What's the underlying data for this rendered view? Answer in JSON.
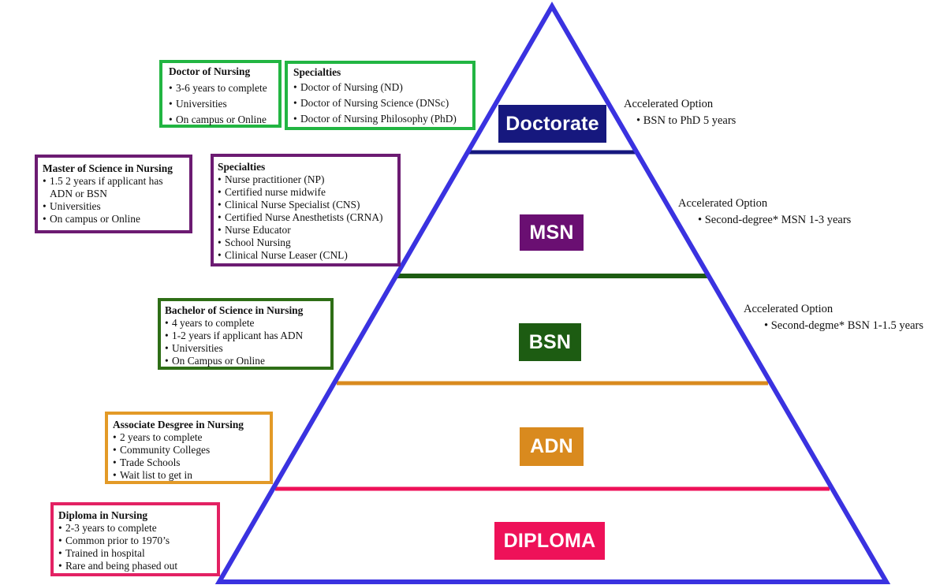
{
  "colors": {
    "pyramid": "#3a32e0",
    "doctorate": "#16187e",
    "msn": "#6a0f72",
    "bsn": "#1d5c12",
    "adn": "#d98a1e",
    "diploma": "#ee1159",
    "doctorate_box": "#22b542",
    "msn_box": "#6c1b72",
    "bsn_box": "#2e6e16",
    "adn_box": "#e39a27",
    "diploma_box": "#e32163"
  },
  "levels": {
    "doctorate": "Doctorate",
    "msn": "MSN",
    "bsn": "BSN",
    "adn": "ADN",
    "diploma": "DIPLOMA"
  },
  "accelerated": {
    "doctorate": {
      "title": "Accelerated Option",
      "item": "BSN to PhD 5 years"
    },
    "msn": {
      "title": "Accelerated Option",
      "item": "Second-degree* MSN 1-3 years"
    },
    "bsn": {
      "title": "Accelerated Option",
      "item": "Second-degme* BSN 1-1.5 years"
    }
  },
  "boxes": {
    "doctor": {
      "title": "Doctor of Nursing",
      "items": [
        "3-6 years to complete",
        "Universities",
        "On campus or Online"
      ]
    },
    "doctor_specialties": {
      "title": "Specialties",
      "items": [
        "Doctor of Nursing (ND)",
        "Doctor of Nursing Science (DNSc)",
        "Doctor of Nursing Philosophy (PhD)"
      ]
    },
    "master": {
      "title": "Master of Science in Nursing",
      "items": [
        "1.5 2 years if applicant has ADN or BSN",
        "Universities",
        "On campus or Online"
      ]
    },
    "master_specialties": {
      "title": "Specialties",
      "items": [
        "Nurse practitioner (NP)",
        "Certified nurse midwife",
        "Clinical Nurse Specialist (CNS)",
        "Certified Nurse Anesthetists (CRNA)",
        "Nurse Educator",
        "School Nursing",
        "Clinical Nurse Leaser (CNL)"
      ]
    },
    "bachelor": {
      "title": "Bachelor of Science in Nursing",
      "items": [
        "4 years to complete",
        "1-2 years if applicant has ADN",
        "Universities",
        "On Campus or Online"
      ]
    },
    "associate": {
      "title": "Associate Desgree in Nursing",
      "items": [
        "2 years to complete",
        "Community Colleges",
        "Trade Schools",
        "Wait list to get in"
      ]
    },
    "diploma": {
      "title": "Diploma in Nursing",
      "items": [
        "2-3 years to complete",
        "Common prior to 1970’s",
        "Trained in hospital",
        "Rare and being phased out"
      ]
    }
  }
}
